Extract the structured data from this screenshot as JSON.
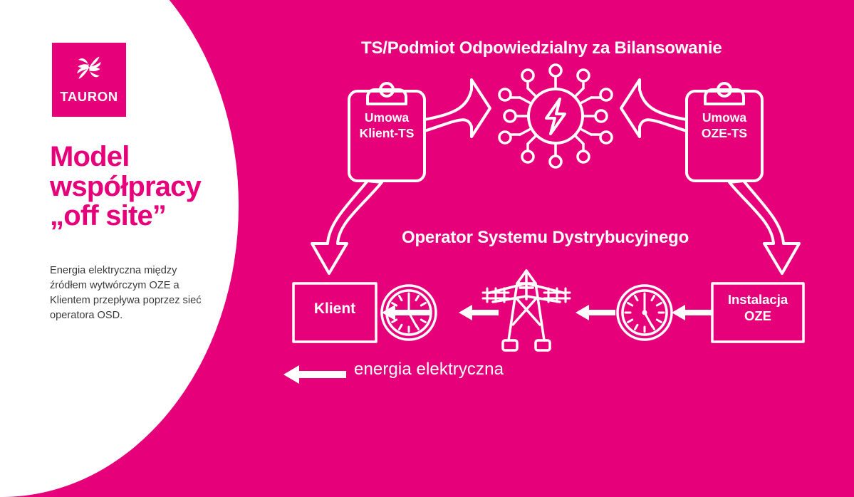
{
  "brand": {
    "name": "TAURON",
    "logo_icon": "tauron-pinwheel-icon",
    "pink": "#E6007A",
    "white": "#FFFFFF",
    "body_text_color": "#3A3A3C"
  },
  "left_panel": {
    "headline_line1": "Model",
    "headline_line2": "współpracy",
    "headline_line3": "„off site”",
    "body": "Energia elektryczna między źródłem wytwórczym OZE a Klientem przepływa poprzez sieć operatora OSD."
  },
  "diagram": {
    "heading_top": "TS/Podmiot Odpowiedzialny za Bilansowanie",
    "heading_middle": "Operator Systemu Dystrybucyjnego",
    "nodes": {
      "contract_client_ts": {
        "icon": "clipboard-icon",
        "label": "Umowa\nKlient-TS"
      },
      "contract_oze_ts": {
        "icon": "clipboard-icon",
        "label": "Umowa\nOZE-TS"
      },
      "energy_hub": {
        "icon": "energy-network-node-icon",
        "label": ""
      },
      "client": {
        "icon": "rectangle-box",
        "label": "Klient"
      },
      "installation_oze": {
        "icon": "rectangle-box",
        "label": "Instalacja\nOZE"
      },
      "meter_left": {
        "icon": "electricity-meter-icon"
      },
      "meter_right": {
        "icon": "electricity-meter-icon"
      },
      "pylon": {
        "icon": "transmission-tower-icon"
      }
    },
    "arrows": {
      "client_to_hub": "arrow-right-outline-icon",
      "oze_to_hub": "arrow-left-outline-icon",
      "client_down": "arrow-curved-down-icon",
      "oze_down": "arrow-curved-down-icon",
      "flow_meter_to_client": "arrow-left-solid-icon",
      "flow_pylon_to_meter": "arrow-left-solid-icon",
      "flow_meter_to_pylon": "arrow-left-solid-icon",
      "flow_oze_to_meter": "arrow-left-solid-icon"
    },
    "legend": {
      "arrow_icon": "arrow-left-solid-icon",
      "label": "energia elektryczna"
    }
  }
}
